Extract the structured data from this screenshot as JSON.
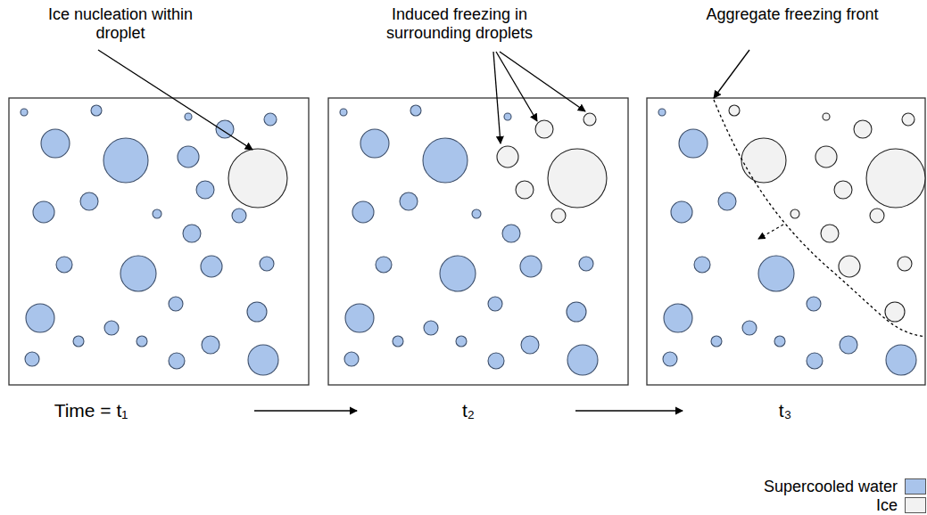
{
  "diagram": {
    "labels": [
      "Ice nucleation within droplet",
      "Induced freezing in surrounding droplets",
      "Aggregate freezing front",
      "Time = t₁",
      "t₂",
      "t₃"
    ],
    "legend": [
      {
        "text": "Supercooled water",
        "color": "#a9c4eb"
      },
      {
        "text": "Ice",
        "color": "#f2f2f2"
      }
    ]
  }
}
